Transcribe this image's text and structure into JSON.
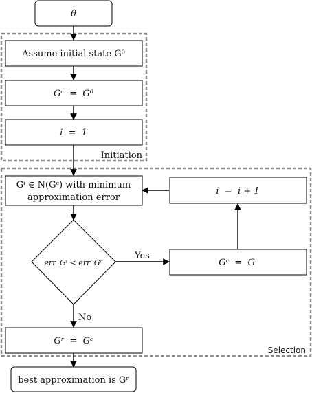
{
  "groups": {
    "initiation_label": "Initiation",
    "selection_label": "Selection"
  },
  "nodes": {
    "start": "θ",
    "assume": "Assume initial state G⁰",
    "assign_gc_g0": "Gᶜ  =  G⁰",
    "init_i": "i  =  1",
    "select_line1": "Gⁱ ∈ N(Gᶜ) with minimum",
    "select_line2": "approximation error",
    "decision": "err_Gⁱ < err_Gᶜ",
    "assign_gc_gi": "Gᶜ  =  Gⁱ",
    "increment": "i  =  i + 1",
    "assign_gr": "Gʳ  =  Gᶜ",
    "result": "best approximation is Gʳ"
  },
  "edges": {
    "yes_label": "Yes",
    "no_label": "No"
  },
  "colors": {
    "line": "#000000",
    "group_border": "#8c8c8c",
    "box_fill": "#ffffff"
  }
}
